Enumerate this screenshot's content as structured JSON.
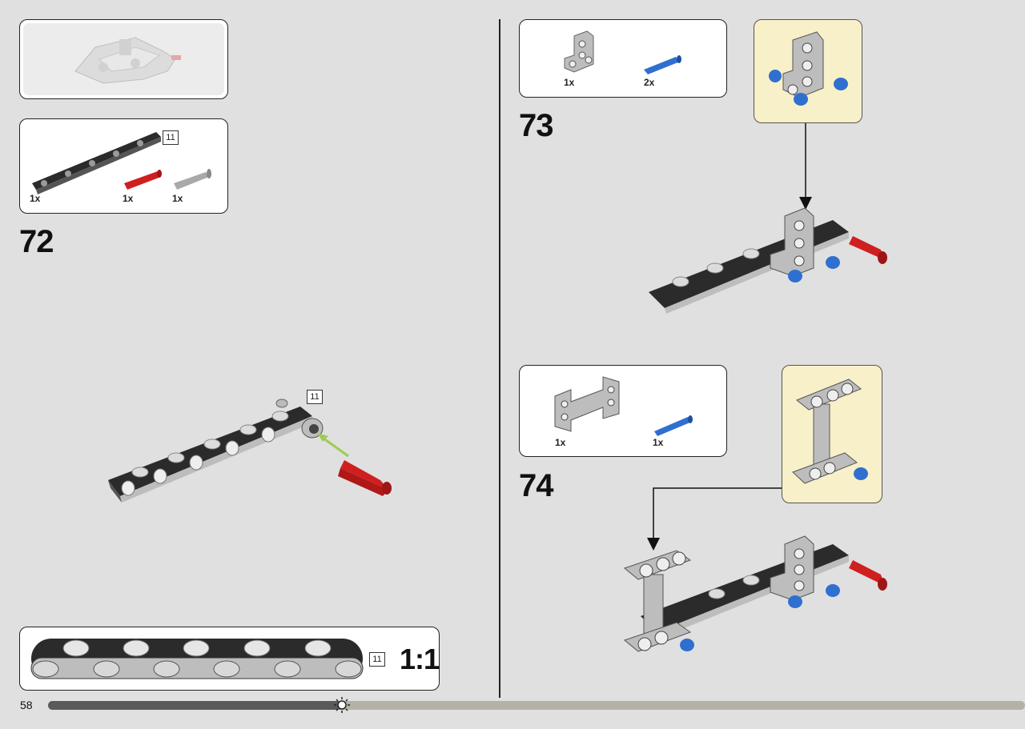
{
  "page": {
    "number": "58",
    "progress": 0.33
  },
  "colors": {
    "background": "#e0e0e0",
    "beam_dark": "#2b2b2b",
    "beam_light": "#bdbdbd",
    "pin_red": "#d01f1f",
    "pin_blue": "#2f6fd0",
    "pin_gray": "#a9a9a9",
    "highlight": "#f7f0c8",
    "arrow_green": "#9ccc55"
  },
  "steps": [
    {
      "number": "72",
      "parts": [
        {
          "qty": "1x",
          "part": "beam-11"
        },
        {
          "qty": "1x",
          "part": "red-pin"
        },
        {
          "qty": "1x",
          "part": "gray-pin"
        }
      ],
      "length_badge": "11"
    },
    {
      "number": "73",
      "parts": [
        {
          "qty": "1x",
          "part": "l-bracket"
        },
        {
          "qty": "2x",
          "part": "blue-pin"
        }
      ]
    },
    {
      "number": "74",
      "parts": [
        {
          "qty": "1x",
          "part": "h-connector"
        },
        {
          "qty": "1x",
          "part": "blue-pin"
        }
      ]
    }
  ],
  "callout": {
    "length_badge": "11",
    "scale": "1:1"
  },
  "icons": {
    "progress_marker": "sun-icon"
  }
}
